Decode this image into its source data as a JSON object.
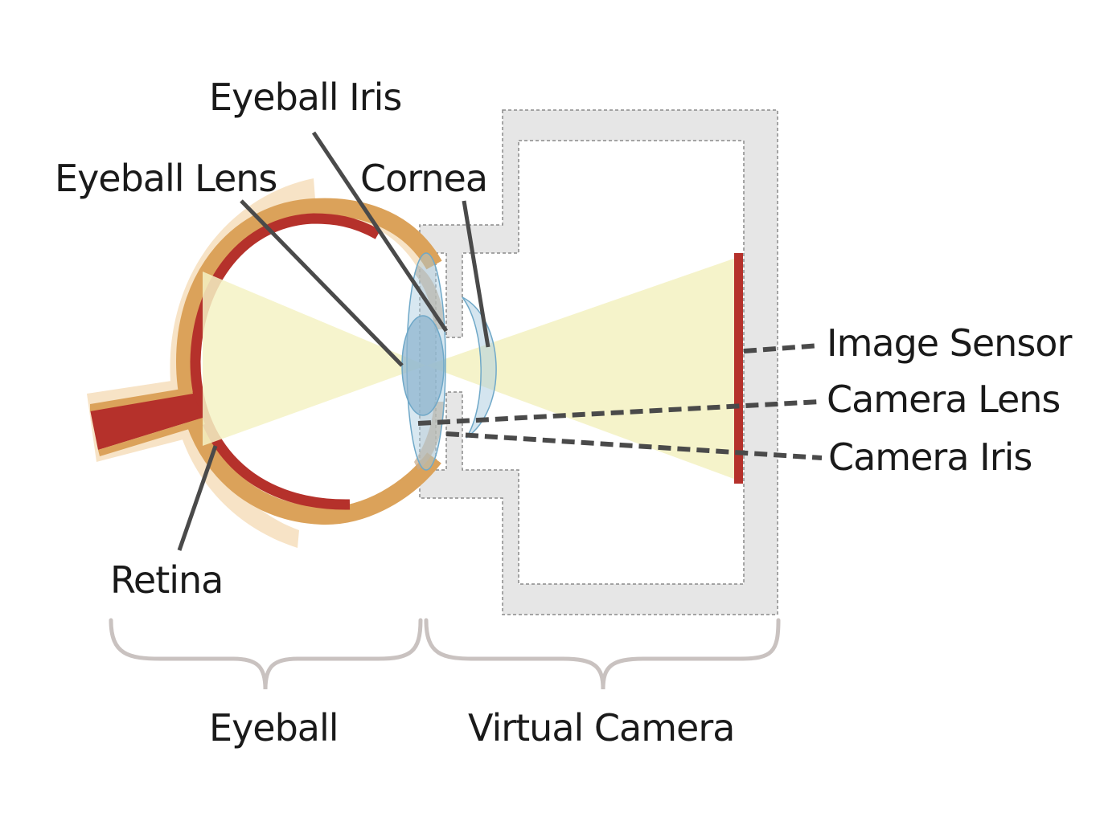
{
  "labels": {
    "eyeball_iris": "Eyeball Iris",
    "eyeball_lens": "Eyeball Lens",
    "cornea": "Cornea",
    "retina": "Retina",
    "image_sensor": "Image Sensor",
    "camera_lens": "Camera Lens",
    "camera_iris": "Camera Iris",
    "eyeball": "Eyeball",
    "virtual_camera": "Virtual Camera"
  },
  "colors": {
    "retina": "#b5312b",
    "sclera": "#dba25a",
    "outer_tissue": "#f7e3c6",
    "light_cone": "#f4f2c4",
    "lens_fill": "#a9cbe0",
    "lens_stroke": "#6fa8c8",
    "camera_body": "#e6e6e6",
    "leader_line": "#4a4a4a",
    "brace": "#c9c2c0",
    "sensor": "#b5312b"
  }
}
